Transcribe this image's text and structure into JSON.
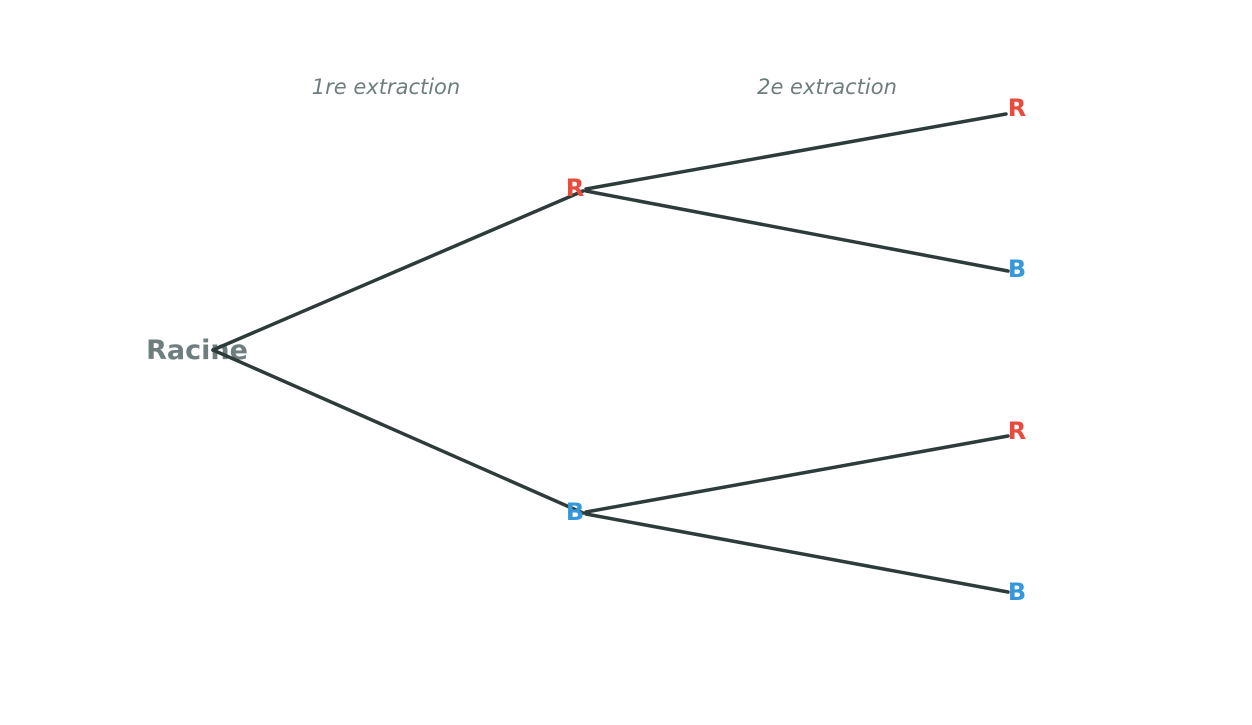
{
  "diagram": {
    "column_labels": {
      "first": "1re extraction",
      "second": "2e extraction"
    },
    "root": {
      "label": "Racine"
    },
    "level1": [
      {
        "label": "R",
        "color_name": "red"
      },
      {
        "label": "B",
        "color_name": "blue"
      }
    ],
    "level2": [
      {
        "label": "R",
        "color_name": "red"
      },
      {
        "label": "B",
        "color_name": "blue"
      },
      {
        "label": "R",
        "color_name": "red"
      },
      {
        "label": "B",
        "color_name": "blue"
      }
    ],
    "colors": {
      "line": "#2e3b3b",
      "text_gray": "#6e7e7e",
      "red": "#e74c3c",
      "blue": "#3498db"
    }
  }
}
